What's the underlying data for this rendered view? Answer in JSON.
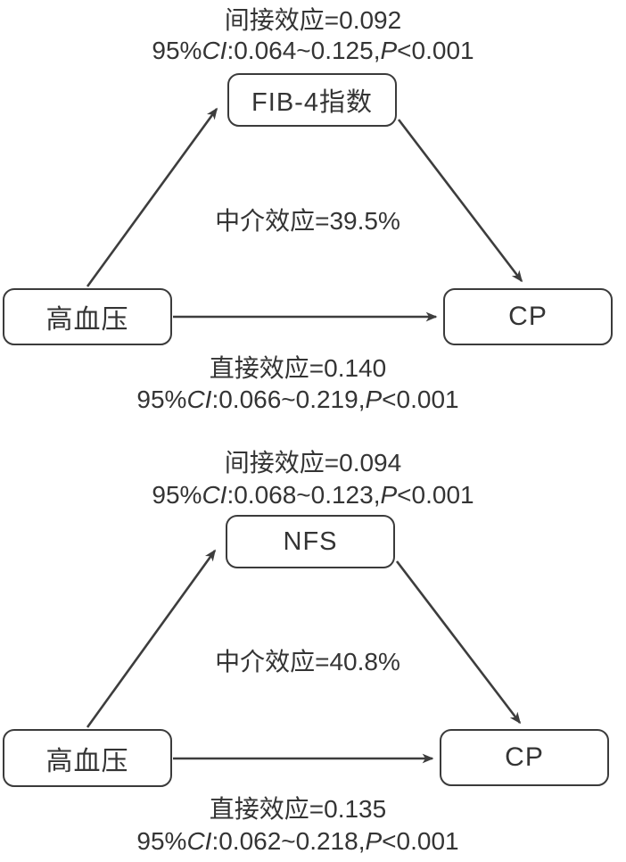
{
  "figure": {
    "background": "#ffffff",
    "line_color": "#3d3d3d",
    "text_color": "#343434"
  },
  "diagrams": [
    {
      "mediator": "FIB-4指数",
      "exposure": "高血压",
      "outcome": "CP",
      "indirect": {
        "line": "间接效应=0.092",
        "ci_prefix": "95%",
        "ci_label": "CI",
        "ci_values": ":0.064~0.125,",
        "p_label": "P",
        "p_value": "<0.001"
      },
      "mediation": "中介效应=39.5%",
      "direct": {
        "line": "直接效应=0.140",
        "ci_prefix": "95%",
        "ci_label": "CI",
        "ci_values": ":0.066~0.219,",
        "p_label": "P",
        "p_value": "<0.001"
      }
    },
    {
      "mediator": "NFS",
      "exposure": "高血压",
      "outcome": "CP",
      "indirect": {
        "line": "间接效应=0.094",
        "ci_prefix": "95%",
        "ci_label": "CI",
        "ci_values": ":0.068~0.123,",
        "p_label": "P",
        "p_value": "<0.001"
      },
      "mediation": "中介效应=40.8%",
      "direct": {
        "line": "直接效应=0.135",
        "ci_prefix": "95%",
        "ci_label": "CI",
        "ci_values": ":0.062~0.218,",
        "p_label": "P",
        "p_value": "<0.001"
      }
    }
  ]
}
